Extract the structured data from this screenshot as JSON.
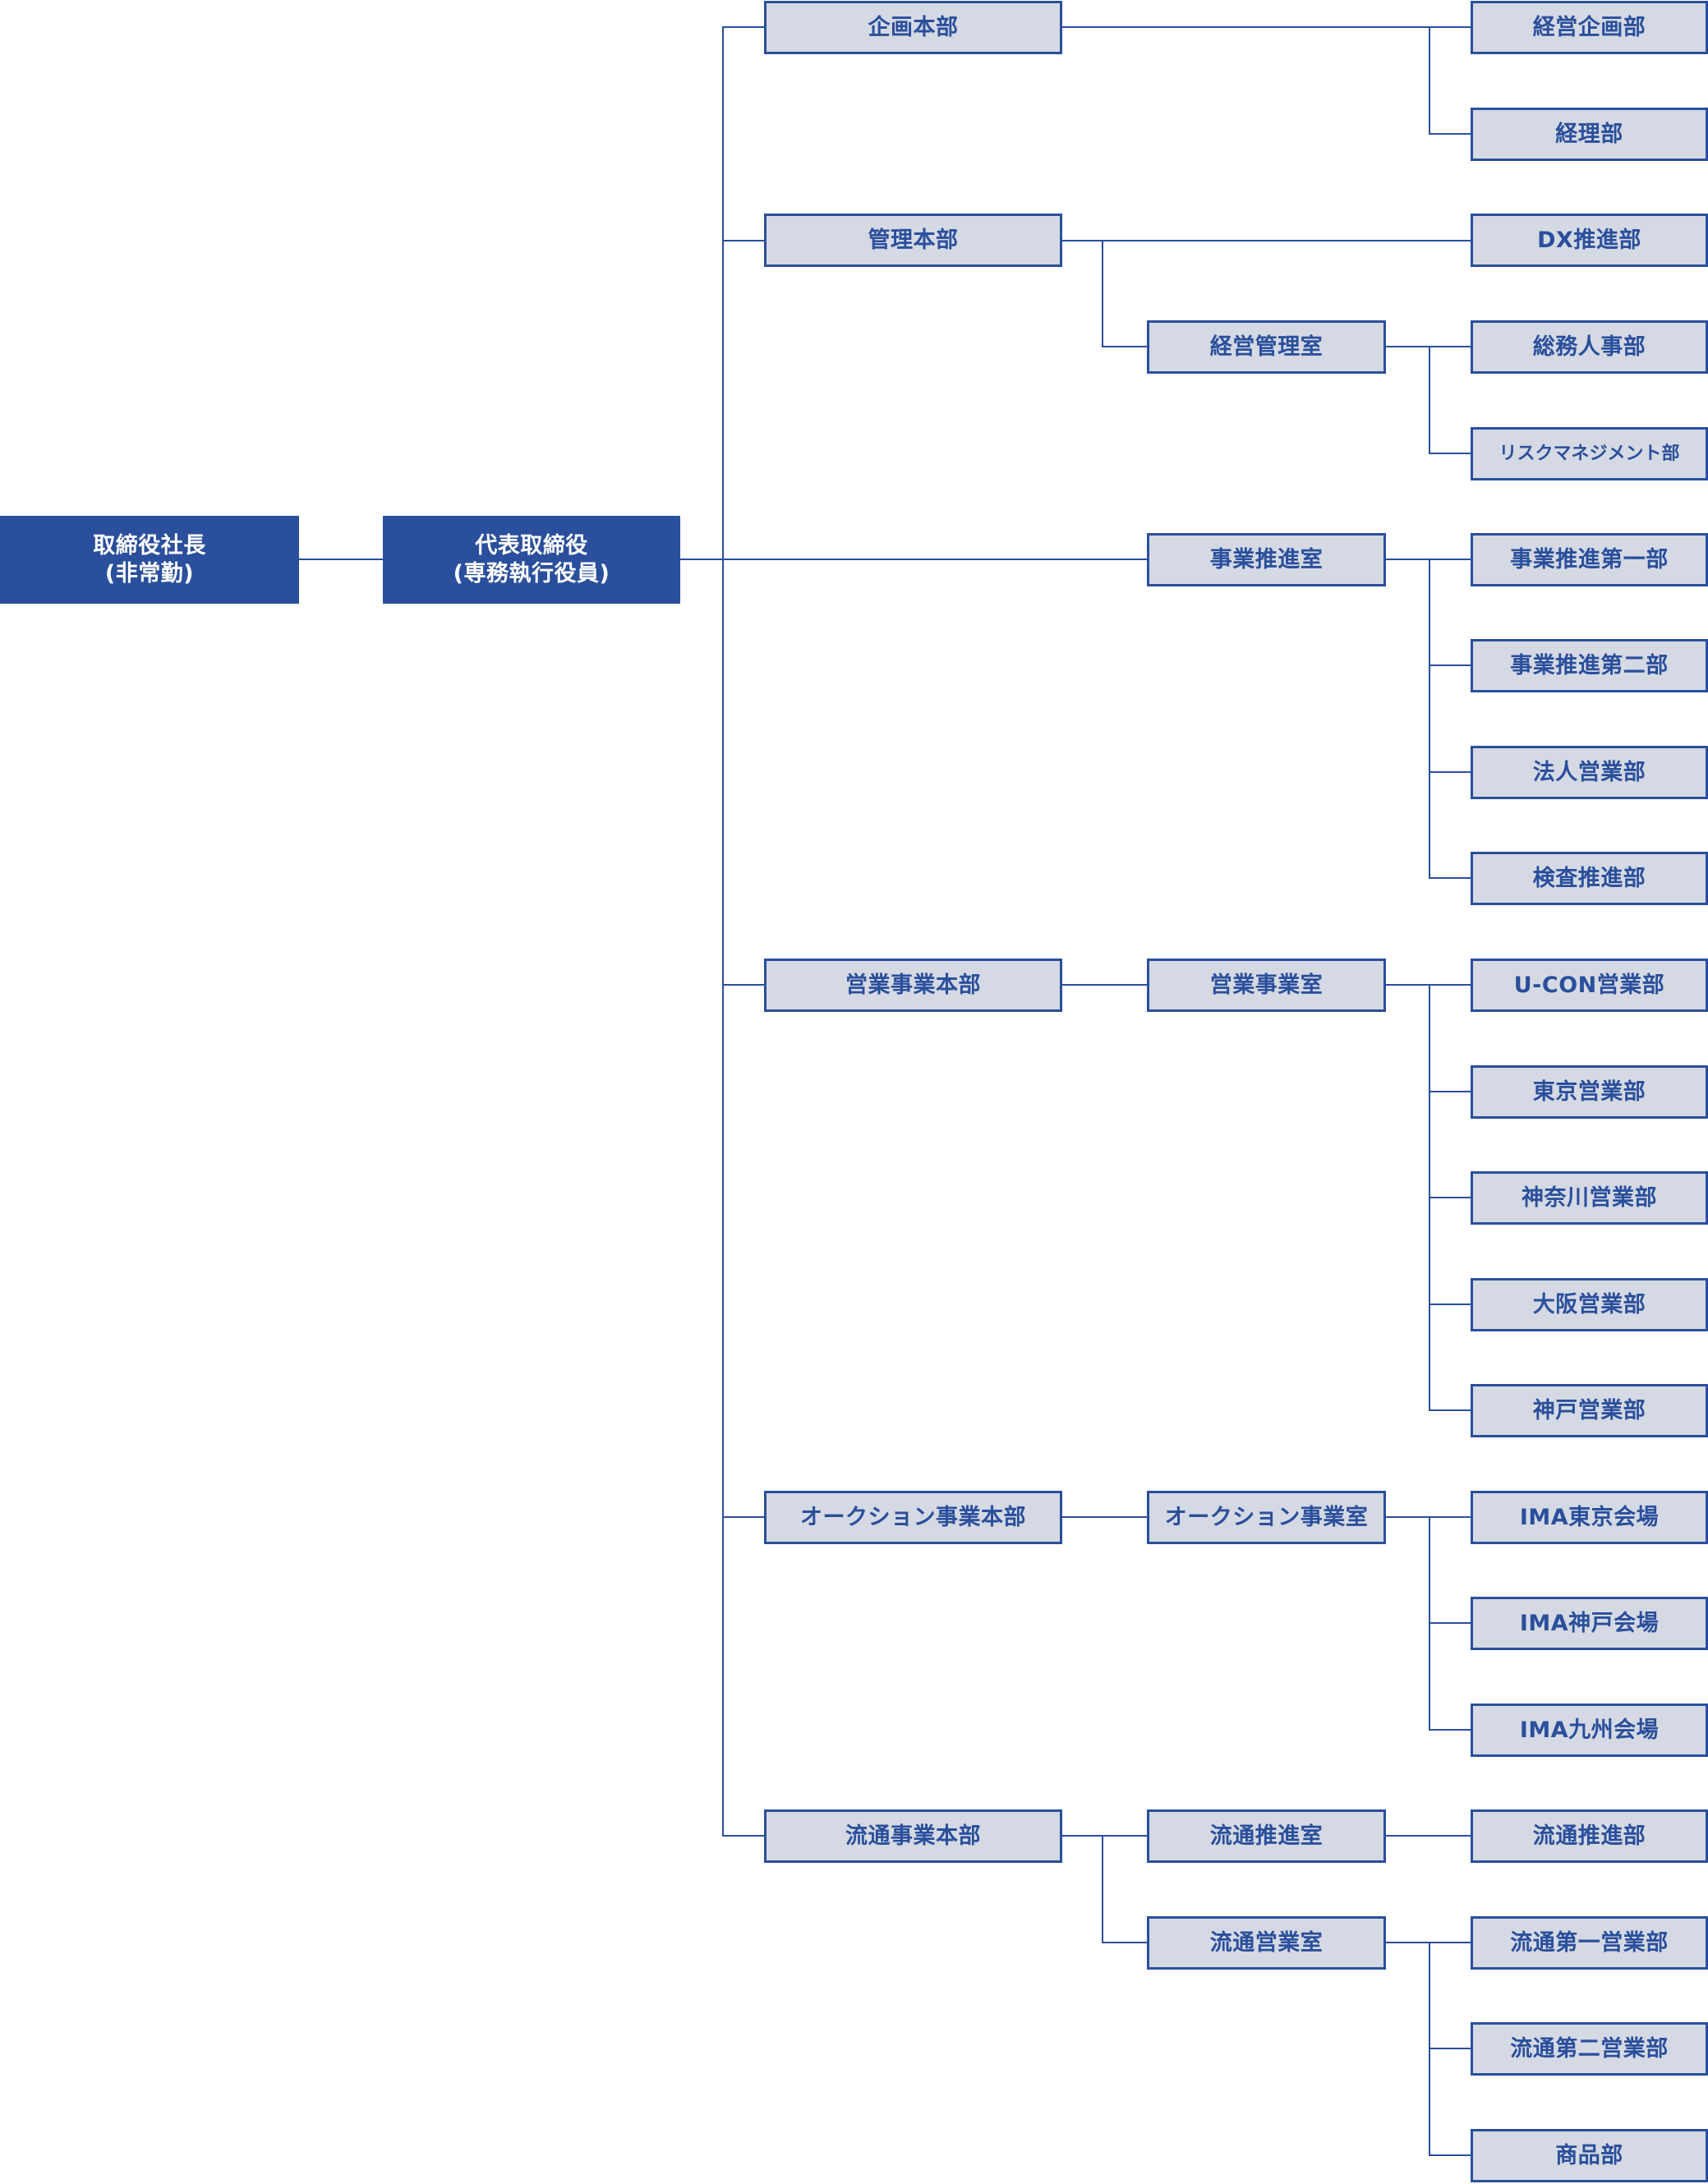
{
  "colors": {
    "accent": "#2a4f9c",
    "box_fill": "#d5d9e3",
    "line": "#2a4f9c"
  },
  "org": {
    "president": "取締役社長\n(非常勤)",
    "representative": "代表取締役\n(専務執行役員)",
    "headquarters": {
      "kikaku": "企画本部",
      "kanri": "管理本部",
      "eigyo": "営業事業本部",
      "auction": "オークション事業本部",
      "ryutsu": "流通事業本部"
    },
    "offices": {
      "keiei_kanri": "経営管理室",
      "jigyo_suishin": "事業推進室",
      "eigyo_jigyo": "営業事業室",
      "auction_jigyo": "オークション事業室",
      "ryutsu_suishin": "流通推進室",
      "ryutsu_eigyo": "流通営業室"
    },
    "departments": {
      "keiei_kikaku": "経営企画部",
      "keiri": "経理部",
      "dx": "DX推進部",
      "somu_jinji": "総務人事部",
      "risk": "リスクマネジメント部",
      "suishin1": "事業推進第一部",
      "suishin2": "事業推進第二部",
      "hojin": "法人営業部",
      "kensa": "検査推進部",
      "ucon": "U-CON営業部",
      "tokyo": "東京営業部",
      "kanagawa": "神奈川営業部",
      "osaka": "大阪営業部",
      "kobe": "神戸営業部",
      "ima_tokyo": "IMA東京会場",
      "ima_kobe": "IMA神戸会場",
      "ima_kyushu": "IMA九州会場",
      "ryutsu_suishin_bu": "流通推進部",
      "ryutsu1": "流通第一営業部",
      "ryutsu2": "流通第二営業部",
      "shohin": "商品部"
    }
  }
}
